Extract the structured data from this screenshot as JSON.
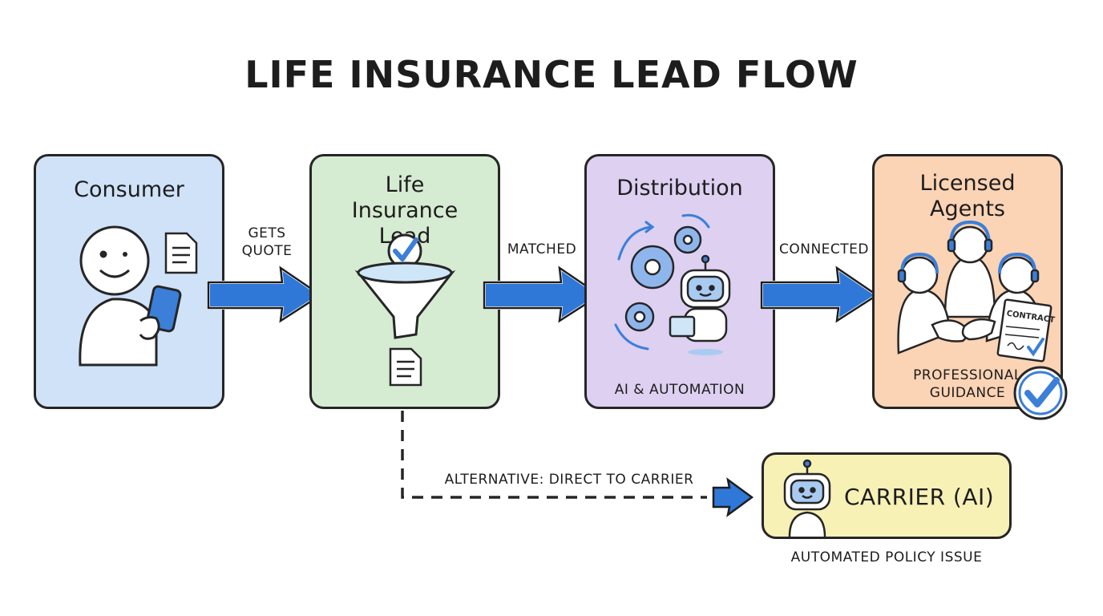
{
  "title": "LIFE INSURANCE LEAD FLOW",
  "steps": [
    {
      "title": "Consumer",
      "caption": "",
      "fill": "#cfe2f8",
      "icons": [
        "person-icon",
        "smartphone-icon",
        "document-icon"
      ]
    },
    {
      "title": "Life Insurance Lead",
      "caption": "",
      "fill": "#d6ecd2",
      "icons": [
        "funnel-icon",
        "checkmark-icon",
        "document-icon"
      ]
    },
    {
      "title": "Distribution",
      "caption": "AI & AUTOMATION",
      "fill": "#ddd0f1",
      "icons": [
        "gear-icon",
        "robot-icon",
        "cycle-arrows-icon"
      ]
    },
    {
      "title": "Licensed Agents",
      "caption": "PROFESSIONAL GUIDANCE",
      "fill": "#fbd3b5",
      "icons": [
        "headset-agent-icon",
        "handshake-icon",
        "contract-icon",
        "checkmark-badge-icon"
      ]
    }
  ],
  "connections": [
    {
      "label": "GETS QUOTE"
    },
    {
      "label": "MATCHED"
    },
    {
      "label": "CONNECTED"
    }
  ],
  "alternative": {
    "label": "ALTERNATIVE: DIRECT TO CARRIER",
    "target": "CARRIER (AI)",
    "caption": "AUTOMATED POLICY ISSUE",
    "fill": "#f8f1b6",
    "icon": "robot-icon"
  },
  "colors": {
    "arrow": "#2f78d8",
    "outline": "#262626",
    "accent": "#3b7fd9"
  },
  "contract_text": "CONTRACT"
}
